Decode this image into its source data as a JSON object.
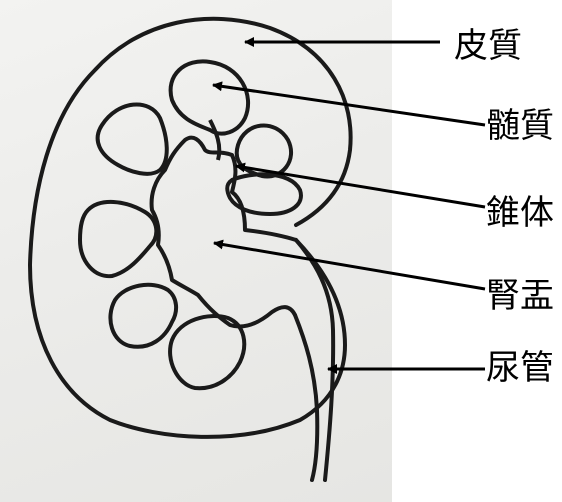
{
  "labels": {
    "cortex": "皮質",
    "medulla": "髄質",
    "pyramid": "錐体",
    "pelvis": "腎盂",
    "ureter": "尿管"
  },
  "colors": {
    "ink": "#1a1a1a",
    "paper": "#eeeeec",
    "arrow": "#000000"
  }
}
